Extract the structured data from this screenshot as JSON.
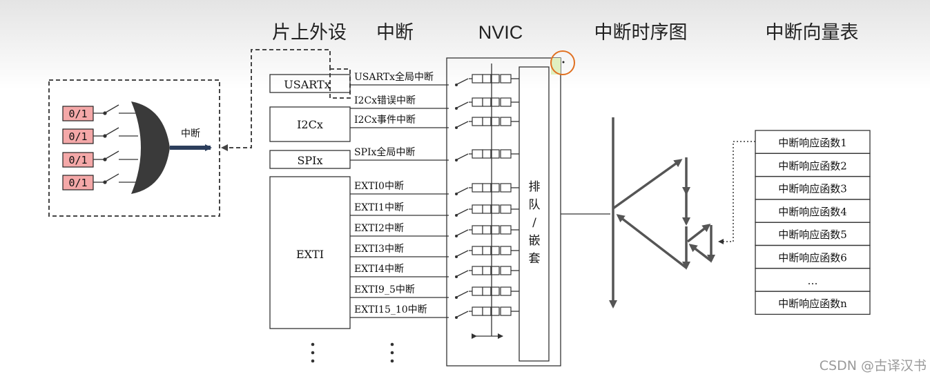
{
  "headers": {
    "peripheral": "片上外设",
    "interrupt": "中断",
    "nvic": "NVIC",
    "timing": "中断时序图",
    "vector_table": "中断向量表"
  },
  "gate": {
    "inputs": [
      "0/1",
      "0/1",
      "0/1",
      "0/1"
    ],
    "output": "中断"
  },
  "peripherals": [
    "USARTx",
    "I2Cx",
    "SPIx",
    "EXTI"
  ],
  "interrupt_lines": [
    "USARTx全局中断",
    "I2Cx错误中断",
    "I2Cx事件中断",
    "SPIx全局中断",
    "EXTI0中断",
    "EXTI1中断",
    "EXTI2中断",
    "EXTI3中断",
    "EXTI4中断",
    "EXTI9_5中断",
    "EXTI15_10中断"
  ],
  "nvic_label": [
    "排",
    "队",
    "/",
    "嵌",
    "套"
  ],
  "vector_table": [
    "中断响应函数1",
    "中断响应函数2",
    "中断响应函数3",
    "中断响应函数4",
    "中断响应函数5",
    "中断响应函数6",
    "…",
    "中断响应函数n"
  ],
  "watermark": "CSDN @古译汉书",
  "colors": {
    "gate_fill": "#3a3a3a",
    "input_fill": "#f4a8a8",
    "arrow": "#555555",
    "marker_circle": "#e07020",
    "marker_fill": "#e0f0c0"
  }
}
